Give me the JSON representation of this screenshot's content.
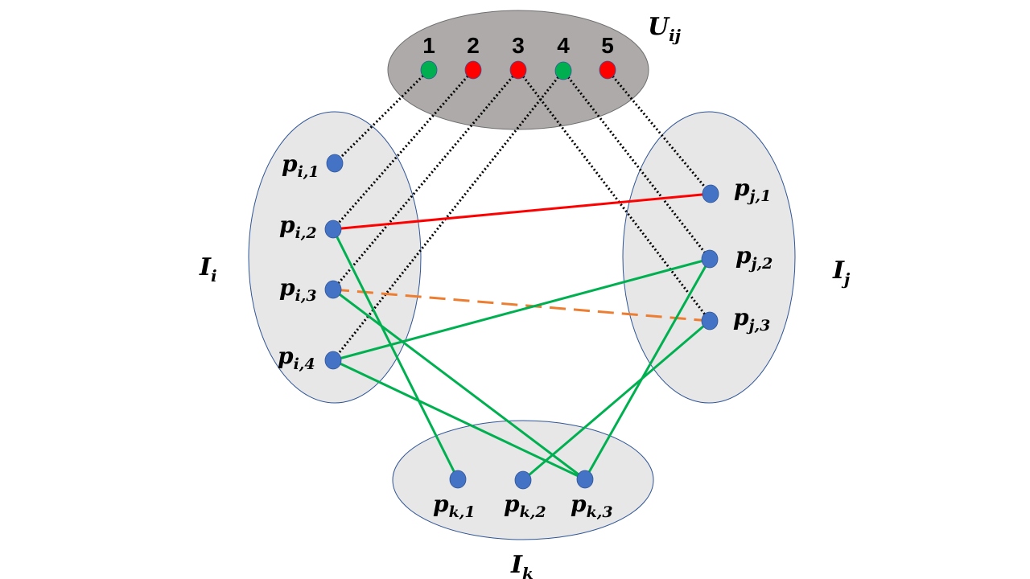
{
  "colors": {
    "universe_fill": "#aeaaaa",
    "universe_stroke": "#6f6f6f",
    "set_fill": "#e7e7e7",
    "set_stroke": "#2f5597",
    "node_blue": "#4472c4",
    "node_green": "#00b050",
    "node_red": "#ff0000",
    "edge_green": "#00b050",
    "edge_red": "#ff0000",
    "edge_orange": "#ed7d31",
    "edge_dotted": "#000000"
  },
  "universe": {
    "label_main": "U",
    "label_sub": "ij",
    "items": [
      {
        "number": "1",
        "status": "green"
      },
      {
        "number": "2",
        "status": "red"
      },
      {
        "number": "3",
        "status": "red"
      },
      {
        "number": "4",
        "status": "green"
      },
      {
        "number": "5",
        "status": "red"
      }
    ]
  },
  "sets": {
    "i": {
      "label_main": "I",
      "label_sub": "i",
      "nodes": [
        {
          "main": "p",
          "sub": "i,1"
        },
        {
          "main": "p",
          "sub": "i,2"
        },
        {
          "main": "p",
          "sub": "i,3"
        },
        {
          "main": "p",
          "sub": "i,4"
        }
      ]
    },
    "j": {
      "label_main": "I",
      "label_sub": "j",
      "nodes": [
        {
          "main": "p",
          "sub": "j,1"
        },
        {
          "main": "p",
          "sub": "j,2"
        },
        {
          "main": "p",
          "sub": "j,3"
        }
      ]
    },
    "k": {
      "label_main": "I",
      "label_sub": "k",
      "nodes": [
        {
          "main": "p",
          "sub": "k,1"
        },
        {
          "main": "p",
          "sub": "k,2"
        },
        {
          "main": "p",
          "sub": "k,3"
        }
      ]
    }
  },
  "edges": [
    {
      "from": "u1",
      "to": "pi1",
      "style": "dotted"
    },
    {
      "from": "u2",
      "to": "pi2",
      "style": "dotted"
    },
    {
      "from": "u3",
      "to": "pi3",
      "style": "dotted"
    },
    {
      "from": "u3",
      "to": "pj3",
      "style": "dotted"
    },
    {
      "from": "u4",
      "to": "pi4",
      "style": "dotted"
    },
    {
      "from": "u4",
      "to": "pj2",
      "style": "dotted"
    },
    {
      "from": "u5",
      "to": "pj1",
      "style": "dotted"
    },
    {
      "from": "pi2",
      "to": "pj1",
      "style": "red"
    },
    {
      "from": "pi3",
      "to": "pj3",
      "style": "orange-dashed"
    },
    {
      "from": "pi2",
      "to": "pk1",
      "style": "green"
    },
    {
      "from": "pi3",
      "to": "pk3",
      "style": "green"
    },
    {
      "from": "pi4",
      "to": "pj2",
      "style": "green"
    },
    {
      "from": "pi4",
      "to": "pk3",
      "style": "green"
    },
    {
      "from": "pk2",
      "to": "pj3",
      "style": "green"
    },
    {
      "from": "pk3",
      "to": "pj2",
      "style": "green"
    }
  ]
}
